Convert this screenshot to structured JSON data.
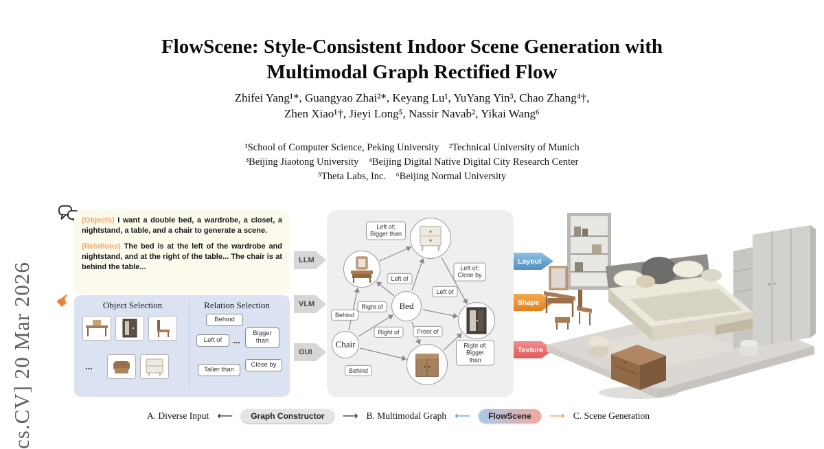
{
  "sidebar": {
    "arxiv_label": "cs.CV]  20 Mar 2026"
  },
  "header": {
    "title_line1": "FlowScene: Style-Consistent Indoor Scene Generation with",
    "title_line2": "Multimodal Graph Rectified Flow",
    "authors_line1": "Zhifei Yang¹*, Guangyao Zhai²*, Keyang Lu¹, YuYang Yin³, Chao Zhang⁴†,",
    "authors_line2": "Zhen Xiao¹†, Jieyi Long⁵, Nassir Navab², Yikai Wang⁶",
    "affiliations": [
      "¹School of Computer Science, Peking University    ²Technical University of Munich",
      "³Beijing Jiaotong University    ⁴Beijing Digital Native Digital City Research Center",
      "⁵Theta Labs, Inc.    ⁶Beijing Normal University"
    ]
  },
  "figure": {
    "bubble": {
      "objects_tag": "(Objects)",
      "objects_text": " I want a double bed, a wardrobe, a closet, a nightstand, a table, and a chair to generate a scene.",
      "relations_tag": "(Relations)",
      "relations_text": " The bed is at the left of the wardrobe and nightstand, and at the right of the table... The chair is at behind the table..."
    },
    "selection": {
      "object_selection_label": "Object Selection",
      "relation_selection_label": "Relation Selection",
      "objects_ellipsis": "...",
      "relations_ellipsis": "...",
      "relation_buttons": [
        "Behind",
        "Left of",
        "Bigger\nthan",
        "Taller than",
        "Close by"
      ]
    },
    "modal_arrows": {
      "llm": "LLM",
      "vlm": "VLM",
      "gui": "GUI"
    },
    "graph": {
      "bed_label": "Bed",
      "chair_label": "Chair",
      "node_images": [
        "dressing-table",
        "nightstand",
        "wardrobe",
        "cabinet"
      ],
      "edge_labels": [
        "Left of;\nBigger than",
        "Left of",
        "Left of;\nClose by",
        "Behind",
        "Right of",
        "Left of",
        "Right of",
        "Front of",
        "Right of;\nBigger than",
        "Behind"
      ]
    },
    "output_arrows": {
      "layout": "Layout",
      "shape": "Shape",
      "texture": "Texture"
    },
    "caption": {
      "a_label": "A. Diverse Input",
      "constructor_label": "Graph Constructor",
      "b_label": "B. Multimodal Graph",
      "flowscene_label": "FlowScene",
      "c_label": "C. Scene Generation"
    }
  },
  "icons": {
    "hand_pointer": "☛",
    "arrow_left_long": "⟵",
    "arrow_right_long": "⟶"
  },
  "colors": {
    "prompt_tag": "#f4a46e",
    "selection_panel": "#dbe2f2",
    "graph_panel": "#efeff0",
    "layout_arrow": "#4e8fc0",
    "shape_arrow": "#e6801f",
    "texture_arrow": "#e25a5a",
    "flowscene_gradient_left": "#a9c9ea",
    "flowscene_gradient_right": "#f2a79b"
  }
}
